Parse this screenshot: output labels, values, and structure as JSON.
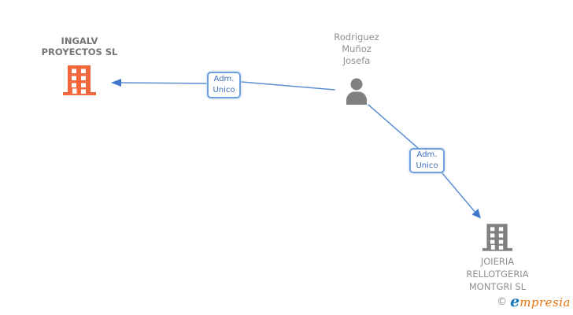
{
  "diagram": {
    "nodes": [
      {
        "id": "ingalv-proyectos-sl",
        "type": "company",
        "label": "INGALV\nPROYECTOS SL",
        "icon": "building-icon",
        "color": "#F4663C",
        "highlighted": true
      },
      {
        "id": "rodriguez-munoz-josefa",
        "type": "person",
        "label": "Rodriguez\nMuñoz\nJosefa",
        "icon": "person-icon",
        "color": "#808080",
        "highlighted": false
      },
      {
        "id": "joieria-rellotgeria-montgri-sl",
        "type": "company",
        "label": "JOIERIA\nRELLOTGERIA\nMONTGRI SL",
        "icon": "building-icon",
        "color": "#808080",
        "highlighted": false
      }
    ],
    "edges": [
      {
        "from": "rodriguez-munoz-josefa",
        "to": "ingalv-proyectos-sl",
        "label": "Adm.\nUnico",
        "color": "#5B8FD3"
      },
      {
        "from": "rodriguez-munoz-josefa",
        "to": "joieria-rellotgeria-montgri-sl",
        "label": "Adm.\nUnico",
        "color": "#5B8FD3"
      }
    ]
  },
  "footer": {
    "copyright": "©",
    "brand_e": "e",
    "brand_rest": "mpresia"
  }
}
